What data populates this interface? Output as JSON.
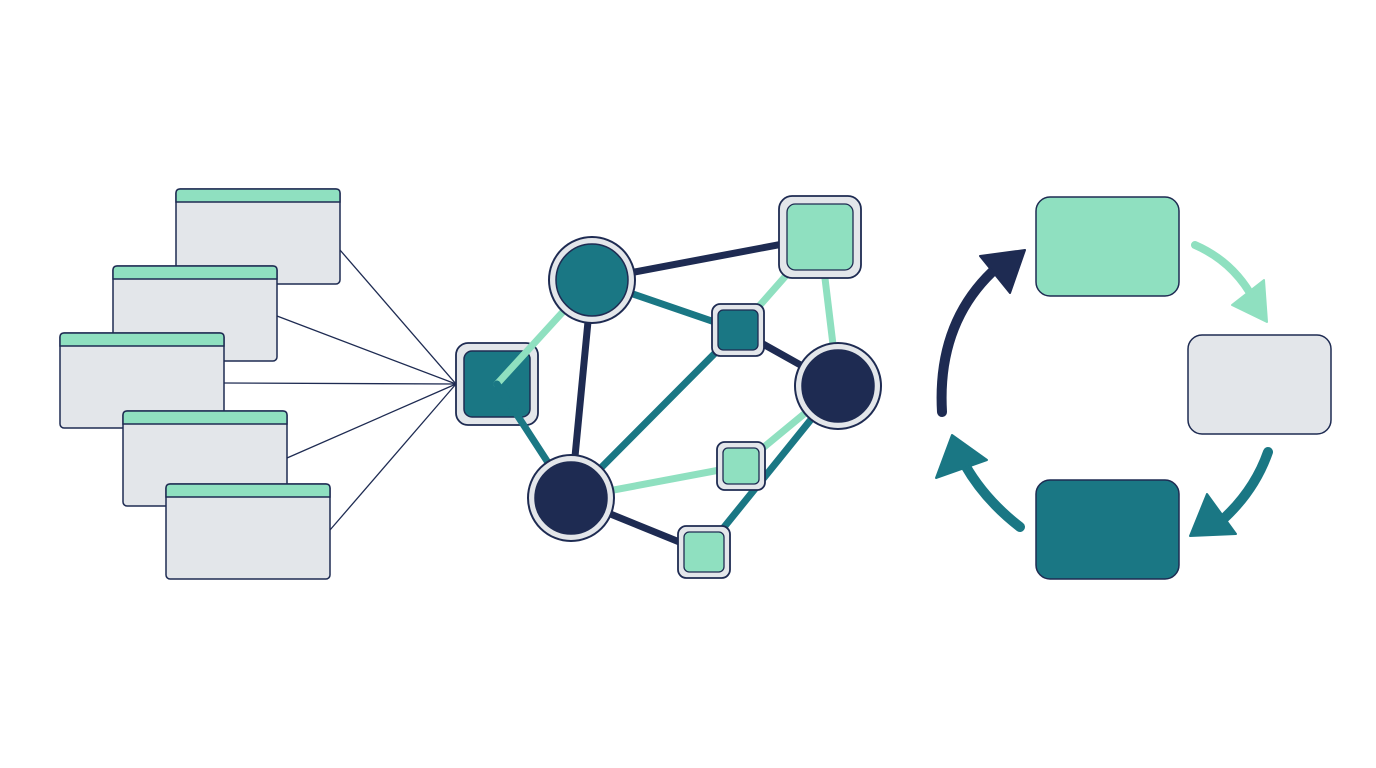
{
  "colors": {
    "navy": "#1e2b52",
    "teal": "#1a7784",
    "mint": "#8fe0c0",
    "gray": "#e3e6ea",
    "background": "#ffffff"
  },
  "panels": {
    "fan_in": {
      "windows": [
        {
          "name": "window-1"
        },
        {
          "name": "window-2"
        },
        {
          "name": "window-3"
        },
        {
          "name": "window-4"
        },
        {
          "name": "window-5"
        }
      ],
      "hub": {
        "shape": "rounded-square",
        "fill": "teal"
      }
    },
    "network": {
      "nodes": [
        {
          "id": "n1",
          "shape": "circle",
          "fill": "teal"
        },
        {
          "id": "n2",
          "shape": "square",
          "fill": "mint"
        },
        {
          "id": "n3",
          "shape": "square",
          "fill": "teal"
        },
        {
          "id": "n4",
          "shape": "circle",
          "fill": "navy"
        },
        {
          "id": "n5",
          "shape": "circle",
          "fill": "navy"
        },
        {
          "id": "n6",
          "shape": "square",
          "fill": "mint"
        },
        {
          "id": "n7",
          "shape": "square",
          "fill": "mint"
        },
        {
          "id": "hub",
          "shape": "square",
          "fill": "teal"
        }
      ],
      "edges": [
        {
          "from": "n1",
          "to": "n2",
          "color": "navy"
        },
        {
          "from": "n1",
          "to": "n3",
          "color": "teal"
        },
        {
          "from": "n1",
          "to": "n5",
          "color": "navy"
        },
        {
          "from": "n1",
          "to": "hub",
          "color": "mint"
        },
        {
          "from": "n2",
          "to": "n3",
          "color": "mint"
        },
        {
          "from": "n2",
          "to": "n4",
          "color": "mint"
        },
        {
          "from": "n3",
          "to": "n4",
          "color": "navy"
        },
        {
          "from": "n3",
          "to": "n5",
          "color": "teal"
        },
        {
          "from": "hub",
          "to": "n5",
          "color": "teal"
        },
        {
          "from": "n5",
          "to": "n6",
          "color": "mint"
        },
        {
          "from": "n6",
          "to": "n4",
          "color": "mint"
        },
        {
          "from": "n5",
          "to": "n7",
          "color": "navy"
        },
        {
          "from": "n7",
          "to": "n4",
          "color": "teal"
        }
      ]
    },
    "cycle": {
      "steps": [
        {
          "name": "top-box",
          "fill": "mint"
        },
        {
          "name": "right-box",
          "fill": "gray"
        },
        {
          "name": "bottom-box",
          "fill": "teal"
        }
      ],
      "arrows": [
        {
          "name": "arrow-top-to-right",
          "color": "mint"
        },
        {
          "name": "arrow-right-to-bottom",
          "color": "teal"
        },
        {
          "name": "arrow-bottom-to-left",
          "color": "teal"
        },
        {
          "name": "arrow-left-to-top",
          "color": "navy"
        }
      ]
    }
  }
}
